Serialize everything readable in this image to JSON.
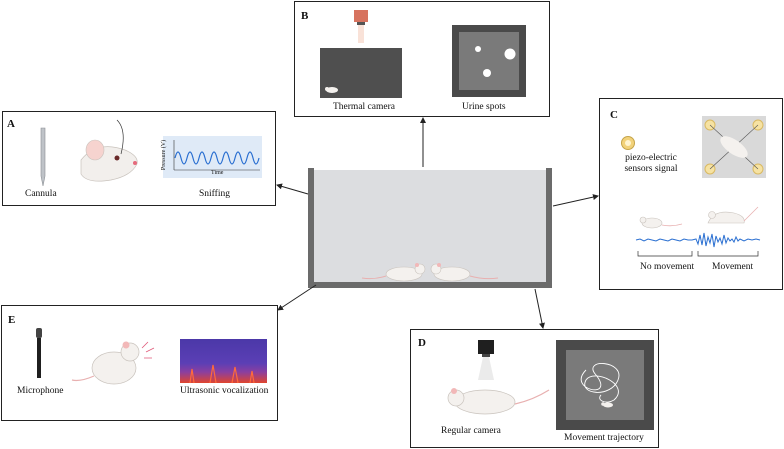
{
  "panels": {
    "a": {
      "letter": "A",
      "captions": {
        "cannula": "Cannula",
        "sniffing": "Sniffing"
      },
      "plot": {
        "y_axis": "Pressure (V)",
        "x_axis": "Time"
      }
    },
    "b": {
      "letter": "B",
      "captions": {
        "thermal": "Thermal camera",
        "urine": "Urine spots"
      }
    },
    "c": {
      "letter": "C",
      "captions": {
        "sensor": "piezo-electric sensors signal",
        "no_movement": "No movement",
        "movement": "Movement"
      }
    },
    "d": {
      "letter": "D",
      "captions": {
        "camera": "Regular camera",
        "trajectory": "Movement trajectory"
      }
    },
    "e": {
      "letter": "E",
      "captions": {
        "microphone": "Microphone",
        "usv": "Ultrasonic vocalization"
      }
    }
  },
  "colors": {
    "cage_wall": "#6b6b6b",
    "cage_fill": "#dcdde0",
    "arena_dark": "#5a5a5a",
    "signal_blue": "#2a6fd1",
    "plot_bg": "#dfeaf7",
    "spectro_purple": "#5b3fb5",
    "spectro_red": "#e0452e"
  },
  "icons": [
    "needle-icon",
    "mouse-icon",
    "camera-icon",
    "microphone-icon",
    "sensor-icon"
  ]
}
